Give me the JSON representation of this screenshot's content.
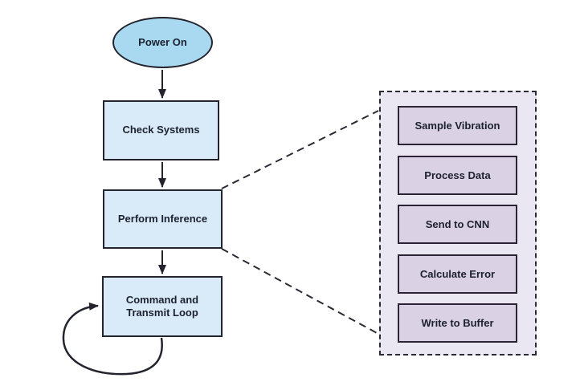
{
  "flowchart": {
    "start_node": {
      "label": "Power On"
    },
    "nodes": {
      "check_systems": {
        "label": "Check Systems"
      },
      "perform_inference": {
        "label": "Perform Inference"
      },
      "command_transmit_loop": {
        "label": "Command and Transmit Loop"
      }
    },
    "detail_panel": {
      "steps": [
        {
          "label": "Sample Vibration"
        },
        {
          "label": "Process Data"
        },
        {
          "label": "Send to CNN"
        },
        {
          "label": "Calculate Error"
        },
        {
          "label": "Write to Buffer"
        }
      ]
    },
    "colors": {
      "start_node_fill": "#a9d9f1",
      "process_node_fill": "#d9eaf8",
      "panel_fill": "#ebe7f2",
      "step_fill": "#dbd1e4",
      "stroke": "#23242e",
      "background": "#ffffff"
    }
  }
}
